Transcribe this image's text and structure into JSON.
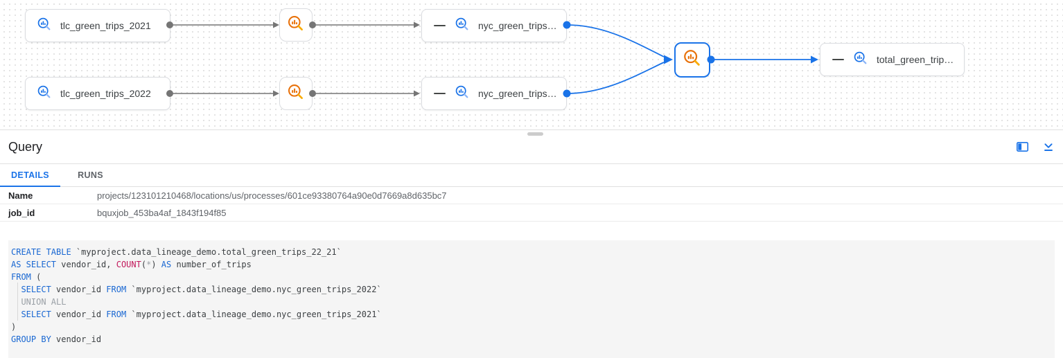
{
  "colors": {
    "accent_blue": "#1A73E8",
    "icon_orange": "#E8710A",
    "icon_orange_handle": "#F9AB00",
    "icon_blue_handle": "#8AB4F8",
    "edge_gray": "#757575",
    "keyword_blue": "#1967D2",
    "function_magenta": "#C2185B",
    "muted_gray": "#9AA0A6"
  },
  "graph": {
    "tables": [
      {
        "label": "tlc_green_trips_2021"
      },
      {
        "label": "tlc_green_trips_2022"
      },
      {
        "label": "nyc_green_trips…"
      },
      {
        "label": "nyc_green_trips…"
      },
      {
        "label": "total_green_trip…"
      }
    ]
  },
  "panel": {
    "title": "Query",
    "tabs": [
      {
        "label": "DETAILS"
      },
      {
        "label": "RUNS"
      }
    ],
    "fields": [
      {
        "label": "Name",
        "value": "projects/123101210468/locations/us/processes/601ce93380764a90e0d7669a8d635bc7"
      },
      {
        "label": "job_id",
        "value": "bquxjob_453ba4af_1843f194f85"
      }
    ]
  },
  "sql": {
    "lines": [
      [
        {
          "t": "kw",
          "s": "CREATE TABLE"
        },
        {
          "t": "tx",
          "s": " `myproject.data_lineage_demo.total_green_trips_22_21`"
        }
      ],
      [
        {
          "t": "kw",
          "s": "AS SELECT"
        },
        {
          "t": "tx",
          "s": " vendor_id, "
        },
        {
          "t": "fn",
          "s": "COUNT"
        },
        {
          "t": "tx",
          "s": "("
        },
        {
          "t": "op",
          "s": "*"
        },
        {
          "t": "tx",
          "s": ") "
        },
        {
          "t": "kw",
          "s": "AS"
        },
        {
          "t": "tx",
          "s": " number_of_trips"
        }
      ],
      [
        {
          "t": "kw",
          "s": "FROM"
        },
        {
          "t": "tx",
          "s": " ("
        }
      ],
      [
        {
          "t": "tx",
          "s": "  "
        },
        {
          "t": "kw",
          "s": "SELECT"
        },
        {
          "t": "tx",
          "s": " vendor_id "
        },
        {
          "t": "kw",
          "s": "FROM"
        },
        {
          "t": "tx",
          "s": " `myproject.data_lineage_demo.nyc_green_trips_2022`"
        }
      ],
      [
        {
          "t": "cm",
          "s": "  UNION ALL"
        }
      ],
      [
        {
          "t": "tx",
          "s": "  "
        },
        {
          "t": "kw",
          "s": "SELECT"
        },
        {
          "t": "tx",
          "s": " vendor_id "
        },
        {
          "t": "kw",
          "s": "FROM"
        },
        {
          "t": "tx",
          "s": " `myproject.data_lineage_demo.nyc_green_trips_2021`"
        }
      ],
      [
        {
          "t": "tx",
          "s": ")"
        }
      ],
      [
        {
          "t": "kw",
          "s": "GROUP BY"
        },
        {
          "t": "tx",
          "s": " vendor_id"
        }
      ]
    ]
  }
}
